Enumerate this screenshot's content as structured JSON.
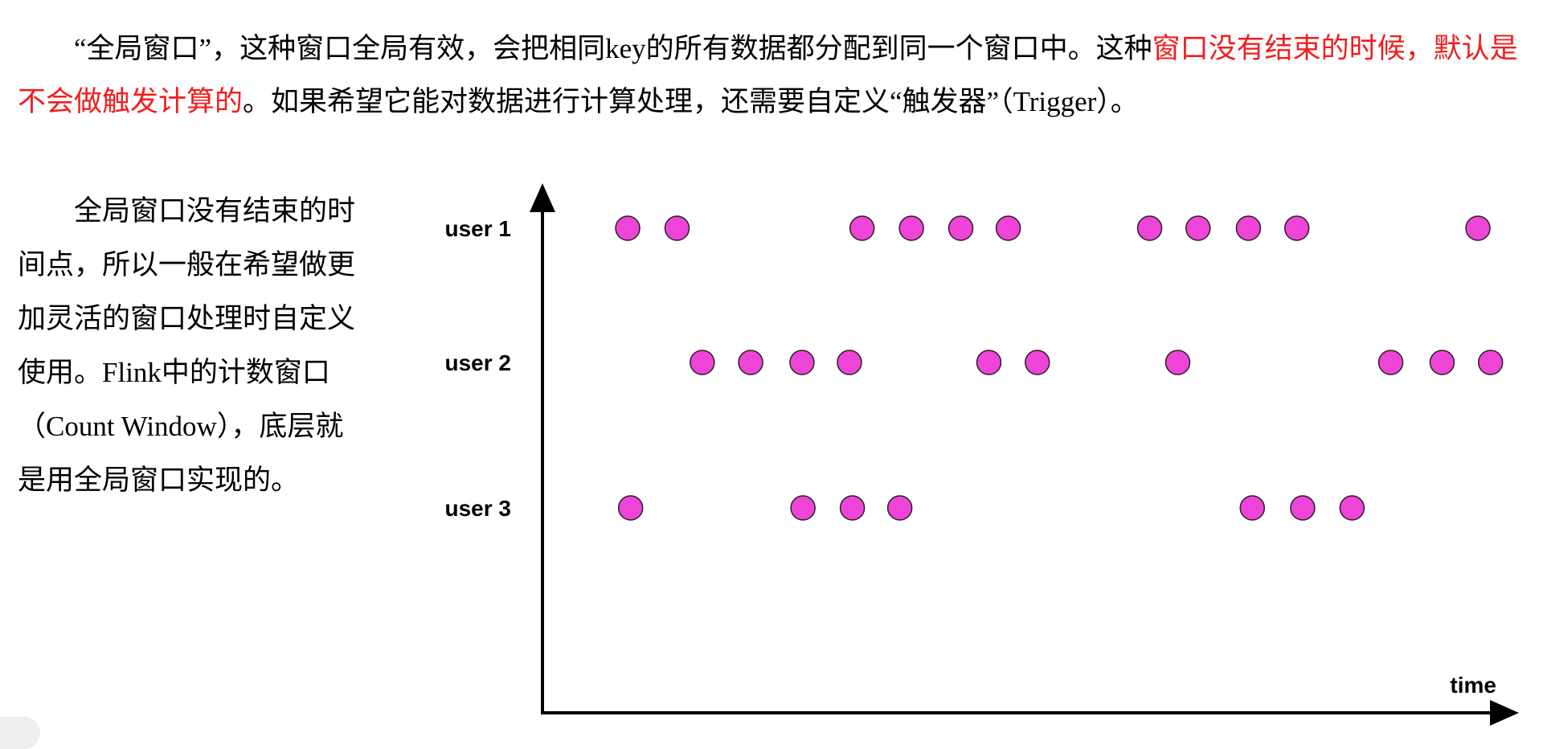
{
  "intro": {
    "part1": "“全局窗口”，这种窗口全局有效，会把相同key的所有数据都分配到同一个窗口中。这种",
    "highlight": "窗口没有结束的时候，默认是不会做触发计算的",
    "part2": "。如果希望它能对数据进行计算处理，还需要自定义“触发器”（Trigger）。"
  },
  "side_note": "全局窗口没有结束的时间点，所以一般在希望做更加灵活的窗口处理时自定义使用。Flink中的计数窗口（Count Window），底层就是用全局窗口实现的。",
  "colors": {
    "highlight": "#f21d1d",
    "dot_fill": "#ee44d8",
    "dot_stroke": "#222222"
  },
  "chart_data": {
    "type": "scatter",
    "xlabel": "time",
    "xlim": [
      0,
      100
    ],
    "series": [
      {
        "name": "user 1",
        "values": [
          8.8,
          13.9,
          33.0,
          38.1,
          43.2,
          48.1,
          62.7,
          67.7,
          72.9,
          77.9,
          96.6
        ]
      },
      {
        "name": "user 2",
        "values": [
          16.5,
          21.5,
          26.8,
          31.7,
          46.1,
          51.1,
          65.6,
          87.6,
          92.9,
          97.9
        ]
      },
      {
        "name": "user 3",
        "values": [
          9.1,
          26.9,
          32.0,
          36.9,
          73.3,
          78.5,
          83.6
        ]
      }
    ]
  }
}
